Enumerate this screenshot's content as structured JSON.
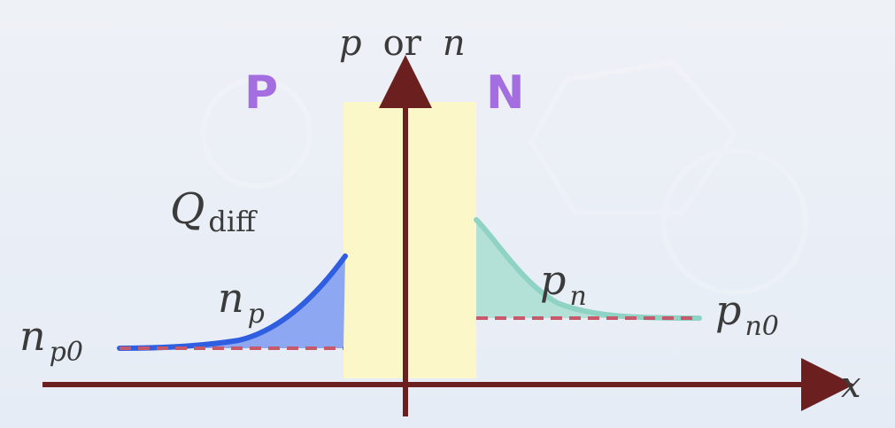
{
  "axis": {
    "y_label_p": "p",
    "y_label_or": "or",
    "y_label_n": "n",
    "x_label": "x"
  },
  "regions": {
    "p_side": "P",
    "n_side": "N"
  },
  "charge": {
    "symbol": "Q",
    "subscript": "diff"
  },
  "curves": {
    "electron": {
      "symbol": "n",
      "subscript": "p",
      "equilibrium_symbol": "n",
      "equilibrium_subscript": "p0"
    },
    "hole": {
      "symbol": "p",
      "subscript": "n",
      "equilibrium_symbol": "p",
      "equilibrium_subscript": "n0"
    }
  },
  "colors": {
    "region_label": "#a46ee0",
    "depletion_region": "#fcf7c8",
    "axis": "#6b1f1f",
    "electron_curve": "#2f5fe0",
    "electron_fill": "#6f8ff0",
    "hole_curve": "#8ed3c3",
    "hole_fill": "#a6ddd0",
    "equilibrium_dashed": "#c65a6a"
  }
}
